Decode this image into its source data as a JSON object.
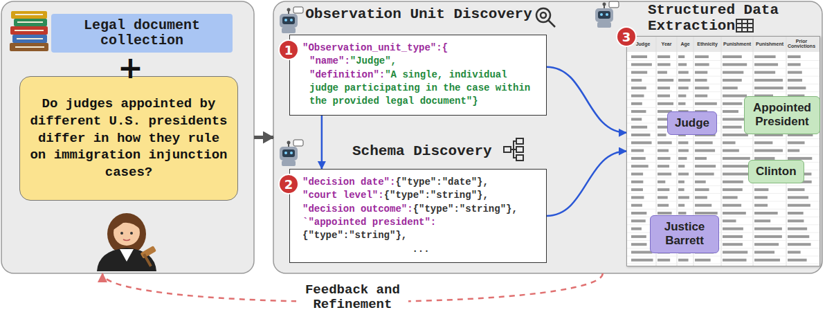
{
  "diagram": {
    "nodes": [
      {
        "text": []
      },
      {
        "text": [
          "Legal document collection"
        ],
        "in": 0
      },
      {
        "text": [
          "Do judges appointed by different U.S. presidents differ in how they rule on immigration injunction cases?"
        ],
        "in": 0
      },
      {
        "text": []
      },
      {
        "text": [
          "Observation Unit Discovery",
          "\"Observation_unit_type\":{",
          "\"name\":",
          "\"Judge\",",
          "\"definition\":",
          "\"A single, individual judge participating in the case within the provided legal document\"}"
        ],
        "in": 3
      },
      {
        "text": [
          "Schema Discovery",
          "\"decision date\":",
          "{\"type\":\"date\"},",
          "\"court level\":",
          "{\"type\":\"string\"},",
          "\"decision outcome\":",
          "{\"type\":\"string\"},",
          "`\"appointed president\":",
          "{\"type\":\"string\"},",
          "..."
        ],
        "in": 3
      },
      {
        "text": [
          "Structured Data Extraction"
        ],
        "in": 3
      },
      {
        "text": [
          "Judge"
        ],
        "in": 6
      },
      {
        "text": [
          "Appointed President"
        ],
        "in": 6
      },
      {
        "text": [
          "Clinton"
        ],
        "in": 6
      },
      {
        "text": [
          "Justice Barrett"
        ],
        "in": 6
      }
    ],
    "edges": [
      {
        "from": 0,
        "to": 3,
        "arrow": "to"
      },
      {
        "from": 4,
        "to": 5,
        "arrow": "to"
      },
      {
        "from": 4,
        "to": 6,
        "arrow": "to"
      },
      {
        "from": 5,
        "to": 6,
        "arrow": "to"
      },
      {
        "from": 3,
        "to": 0,
        "label": "Feedback and Refinement",
        "arrow": "to"
      }
    ],
    "labels": [
      "+",
      "1",
      "2",
      "3",
      "Judge",
      "Year",
      "Age",
      "Ethnicity",
      "Punishment",
      "Punishment",
      "Prior Convictions"
    ]
  }
}
